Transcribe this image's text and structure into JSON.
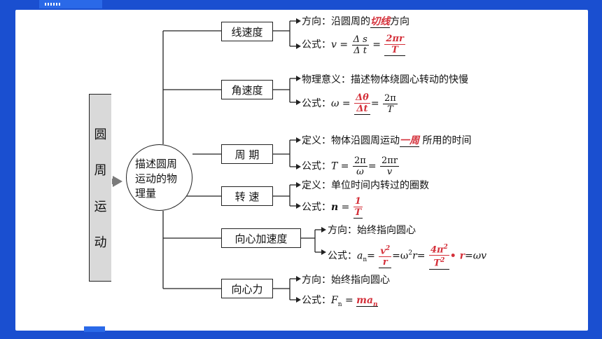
{
  "root": {
    "chars": [
      "圆",
      "周",
      "运",
      "动"
    ]
  },
  "center": {
    "line1": "描述圆周",
    "line2": "运动的物",
    "line3": "理量"
  },
  "nodes": {
    "linear_speed": "线速度",
    "angular_speed": "角速度",
    "period": "周 期",
    "rotation_speed": "转 速",
    "centripetal_acc": "向心加速度",
    "centripetal_force": "向心力"
  },
  "leaves": {
    "ls_dir_a": "方向：沿圆周的",
    "ls_dir_red": "切线",
    "ls_dir_b": "方向",
    "ls_formula_label": "公式：",
    "as_meaning": "物理意义：描述物体绕圆心转动的快慢",
    "as_formula_label": "公式：",
    "p_def_a": "定义：物体沿圆周运动",
    "p_def_red": "一周",
    "p_def_b": "所用的时间",
    "p_formula_label": "公式：",
    "r_def": "定义：单位时间内转过的圈数",
    "r_formula_label": "公式：",
    "ca_dir": "方向：始终指向圆心",
    "ca_formula_label": "公式：",
    "cf_dir": "方向：始终指向圆心",
    "cf_formula_label": "公式："
  },
  "formulas": {
    "v": "v",
    "ds": "Δ s",
    "dt": "Δ t",
    "twopir": "2πr",
    "T": "T",
    "omega": "ω",
    "dtheta": "Δθ",
    "dtt": "Δt",
    "twopi": "2π",
    "n": "n",
    "one": "1",
    "a": "a",
    "asub": "n",
    "v2": "v",
    "r": "r",
    "w2r": "ω",
    "fourpi2": "4π",
    "t2": "T",
    "dotr": "• r",
    "wv": "ωv",
    "F": "F",
    "Fsub": "n",
    "ma": "ma",
    "masub": "n"
  },
  "colors": {
    "frame": "#1a4fd0",
    "accent": "#2a69e8",
    "highlight": "#d4303a",
    "root_fill": "#d9d9d9",
    "arrow": "#7a7a7a"
  }
}
